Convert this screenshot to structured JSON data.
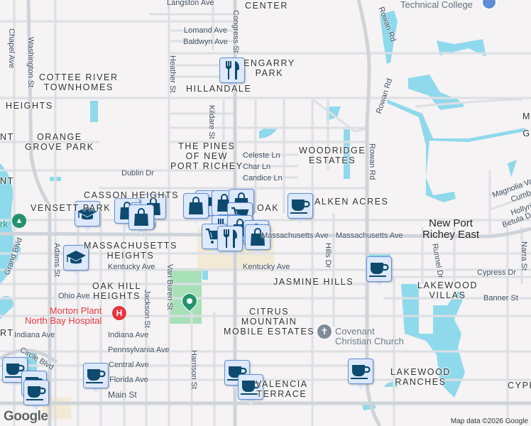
{
  "colors": {
    "background": "#f5f3f3",
    "road": "#dadde2",
    "major_road": "#cfd4da",
    "water": "#8fd9ec",
    "park": "#a8e0b7",
    "commercial": "#f3ead6",
    "marker_fill": "#dde8fb",
    "marker_border": "#5f8fd6",
    "marker_icon": "#0d4a6e",
    "hospital": "#e5343d",
    "park_poi": "#23936b",
    "church": "#7f8c97"
  },
  "streets": {
    "langston": "Langston Ave",
    "lomand": "Lomand Ave",
    "baldwyn": "Baldwyn Ave",
    "congress": "Congress St",
    "heather": "Heather St",
    "kildare": "Kildare St",
    "chapel": "Chapel Ave",
    "washington": "Washington St",
    "celeste": "Celeste Ln",
    "char": "Char Ln",
    "candice": "Candice Ln",
    "dublin": "Dublin Dr",
    "rowan1": "Rowan Rd",
    "rowan2": "Rowan Rd",
    "rowan3": "Rowan Rd",
    "massachusetts1": "Massachusetts Ave",
    "massachusetts2": "Massachusetts Ave",
    "kentucky1": "Kentucky Ave",
    "kentucky2": "Kentucky Ave",
    "adams": "Adams St",
    "grand": "Grand Blvd",
    "ohio": "Ohio Ave",
    "van_buren": "Van Buren St",
    "jackson": "Jackson St",
    "indiana1": "Indiana Ave",
    "indiana2": "Indiana Ave",
    "pennsylvania": "Pennsylvania Ave",
    "central": "Central Ave",
    "florida": "Florida Ave",
    "main": "Main St",
    "circle": "Circle Blvd",
    "harrison": "Harrison St",
    "hills": "Hills Dr",
    "cypress": "Cypress Dr",
    "banner": "Banner St",
    "runnel": "Runnel Dr",
    "narra": "Narra St",
    "magnolia": "Magnolia Va",
    "cumbe": "Cumbe",
    "hollyric": "Hollyric",
    "betula": "Betula Dr"
  },
  "neighborhoods": {
    "center": "CENTER",
    "glengarry": "ENGARRY\nPARK",
    "hillandale": "HILLANDALE",
    "cottee": "COTTEE RIVER\nTOWNHOMES",
    "heights": "HEIGHTS",
    "orange_grove": "ORANGE\nGROVE PARK",
    "pines": "THE PINES\nOF NEW\nPORT RICHEY",
    "woodridge": "WOODRIDGE\nESTATES",
    "casson": "CASSON HEIGHTS",
    "vensett": "VENSETT PARK",
    "oak": "OAK",
    "walken": "ALKEN ACRES",
    "mass_heights": "MASSACHUSETTS\nHEIGHTS",
    "oak_hill": "OAK HILL\nHEIGHTS",
    "jasmine": "JASMINE HILLS",
    "citrus": "CITRUS\nMOUNTAIN\nMOBILE ESTATES",
    "valencia": "VALENCIA\nTERRACE",
    "lakewood_villas": "LAKEWOOD\nVILLAS",
    "lakewood_ranches": "LAKEWOOD\nRANCHES",
    "cypr": "CYPR",
    "m_g": "M\nG",
    "nt1": "NT",
    "nt2": "NT",
    "rt": "RT"
  },
  "city": "New Port\nRichey East",
  "pois": {
    "technical_college": "Technical College",
    "hospital": "Morton Plant\nNorth Bay Hospital",
    "church": "Covenant\nChristian Church",
    "park_partial": "rk"
  },
  "markers": [
    {
      "type": "restaurant",
      "icon": "fork-knife-icon"
    },
    {
      "type": "school",
      "icon": "graduation-cap-icon"
    },
    {
      "type": "school",
      "icon": "graduation-cap-icon"
    },
    {
      "type": "shopping",
      "icon": "shopping-bag-icon"
    },
    {
      "type": "shopping",
      "icon": "shopping-bag-icon"
    },
    {
      "type": "shopping",
      "icon": "shopping-bag-icon"
    },
    {
      "type": "shopping",
      "icon": "shopping-bag-icon"
    },
    {
      "type": "grocery",
      "icon": "shopping-cart-icon"
    },
    {
      "type": "shopping",
      "icon": "shopping-bag-icon"
    },
    {
      "type": "shopping",
      "icon": "shopping-bag-icon"
    },
    {
      "type": "grocery",
      "icon": "shopping-cart-icon"
    },
    {
      "type": "grocery",
      "icon": "shopping-cart-icon"
    },
    {
      "type": "restaurant",
      "icon": "fork-knife-icon"
    },
    {
      "type": "shopping",
      "icon": "shopping-bag-icon"
    },
    {
      "type": "shopping",
      "icon": "shopping-bag-icon"
    },
    {
      "type": "shopping",
      "icon": "shopping-bag-icon"
    },
    {
      "type": "grocery",
      "icon": "shopping-cart-icon"
    },
    {
      "type": "shopping",
      "icon": "shopping-bag-icon"
    },
    {
      "type": "coffee",
      "icon": "coffee-cup-icon"
    },
    {
      "type": "coffee",
      "icon": "coffee-cup-icon"
    },
    {
      "type": "coffee",
      "icon": "coffee-cup-icon"
    },
    {
      "type": "coffee",
      "icon": "coffee-cup-icon"
    },
    {
      "type": "coffee",
      "icon": "coffee-cup-icon"
    }
  ],
  "attribution": "Map data ©2026 Google",
  "logo": "Google"
}
